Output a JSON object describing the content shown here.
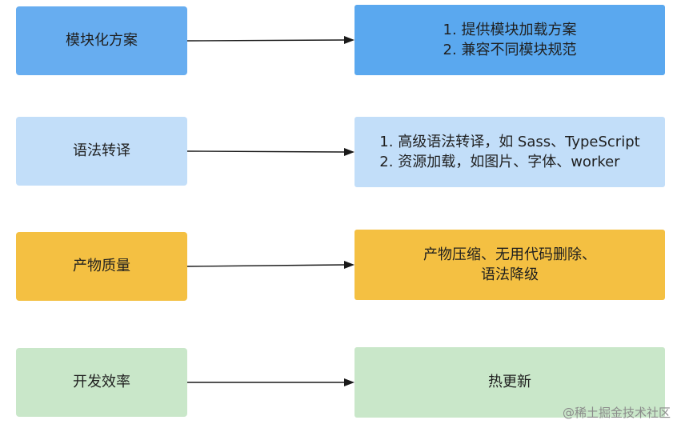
{
  "rows": [
    {
      "source": "模块化方案",
      "target_lines": [
        "1. 提供模块加载方案",
        "2. 兼容不同模块规范"
      ],
      "target_align": "list",
      "colors": {
        "source": "#67adf0",
        "target": "#5aa8ef"
      }
    },
    {
      "source": "语法转译",
      "target_lines": [
        "1. 高级语法转译，如 Sass、TypeScript",
        "2. 资源加载，如图片、字体、worker"
      ],
      "target_align": "list",
      "colors": {
        "source": "#c2def9",
        "target": "#c2def9"
      }
    },
    {
      "source": "产物质量",
      "target_lines": [
        "产物压缩、无用代码删除、",
        "语法降级"
      ],
      "target_align": "center",
      "colors": {
        "source": "#f4c042",
        "target": "#f4c042"
      }
    },
    {
      "source": "开发效率",
      "target_lines": [
        "热更新"
      ],
      "target_align": "center",
      "colors": {
        "source": "#c9e7c9",
        "target": "#c9e7c9"
      }
    }
  ],
  "watermark": "@稀土掘金技术社区",
  "arrow_color": "#1a1a1a"
}
